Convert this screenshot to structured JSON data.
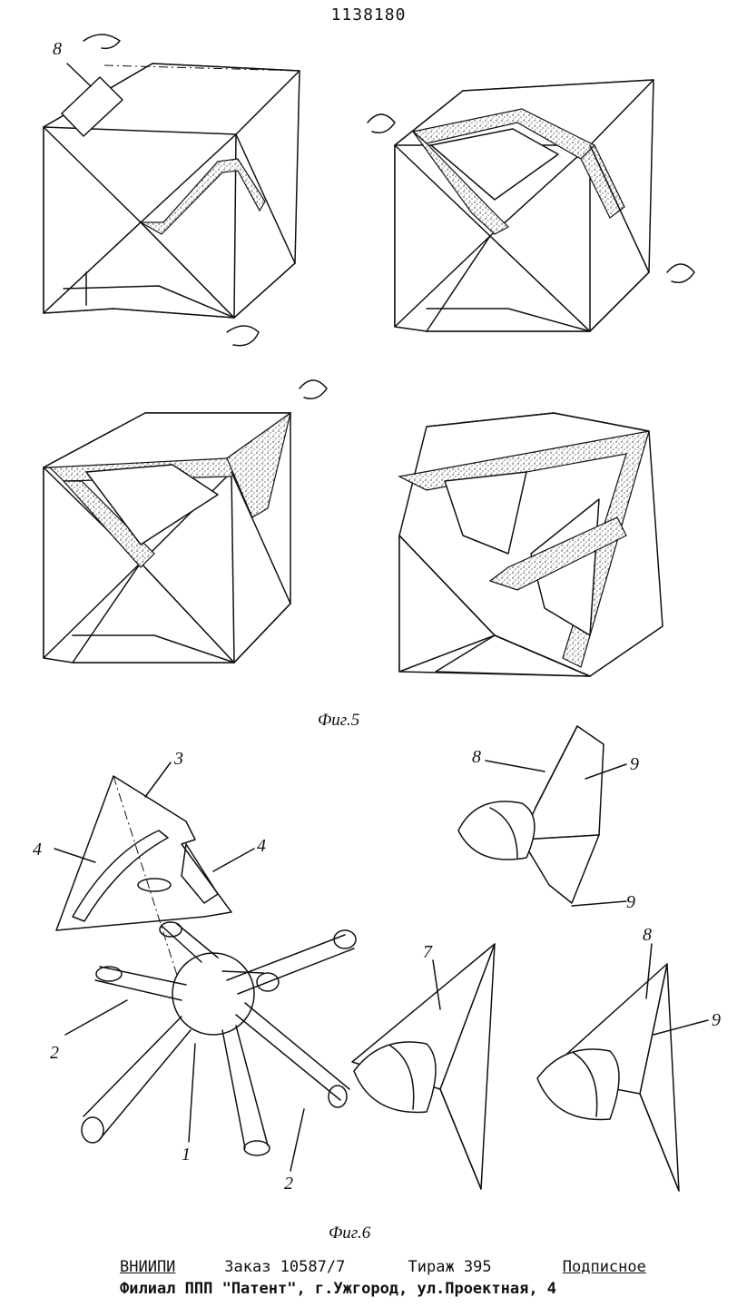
{
  "document": {
    "patent_number": "1138180",
    "figure_captions": {
      "fig5": "Фиг.5",
      "fig6": "Фиг.6"
    },
    "reference_labels": {
      "fig5_part": "8",
      "fig6_plate": "3",
      "fig6_groove_left": "4",
      "fig6_groove_right": "4",
      "fig6_rod_left": "2",
      "fig6_hub": "1",
      "fig6_rod_right": "2",
      "fig6_piece_top": "8",
      "fig6_piece_top_face_a": "9",
      "fig6_piece_top_face_b": "9",
      "fig6_piece_mid": "7",
      "fig6_piece_right": "8",
      "fig6_piece_right_face": "9"
    },
    "footer": {
      "org": "ВНИИПИ",
      "order": "Заказ 10587/7",
      "circulation": "Тираж 395",
      "subscription": "Подписное",
      "branch": "Филиал ППП \"Патент\", г.Ужгород, ул.Проектная, 4"
    }
  }
}
